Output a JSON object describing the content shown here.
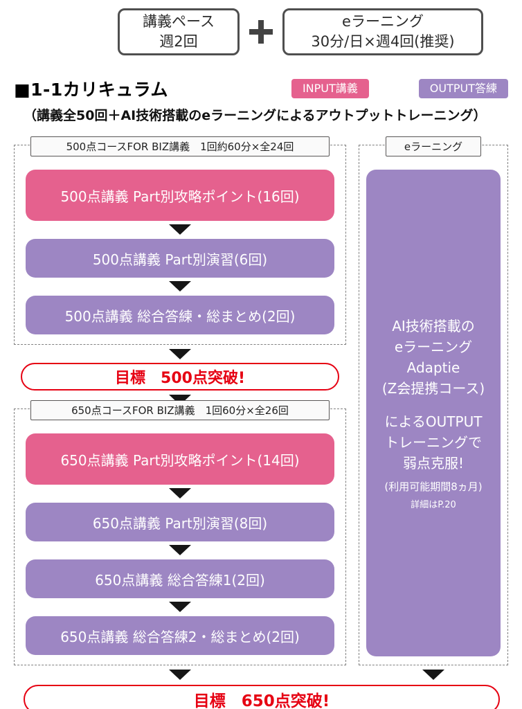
{
  "colors": {
    "pink": "#e5618e",
    "purple": "#9d86c3",
    "red": "#e60012",
    "box_border_gray": "#4f4f4f",
    "arrow_black": "#161616"
  },
  "top": {
    "pace_box": "講義ペース\n週2回",
    "elearning_box": "eラーニング\n30分/日×週4回(推奨)"
  },
  "header": {
    "title": "■1-1カリキュラム",
    "input_badge": "INPUT講義",
    "output_badge": "OUTPUT答練",
    "subtitle": "（講義全50回＋AI技術搭載のeラーニングによるアウトプットトレーニング）"
  },
  "course_500": {
    "label": "500点コースFOR BIZ講義　1回約60分×全24回",
    "steps": [
      "500点講義 Part別攻略ポイント(16回)",
      "500点講義 Part別演習(6回)",
      "500点講義 総合答練・総まとめ(2回)"
    ],
    "goal": "目標　500点突破!"
  },
  "course_650": {
    "label": "650点コースFOR BIZ講義　1回60分×全26回",
    "steps": [
      "650点講義 Part別攻略ポイント(14回)",
      "650点講義 Part別演習(8回)",
      "650点講義 総合答練1(2回)",
      "650点講義 総合答練2・総まとめ(2回)"
    ]
  },
  "elearning": {
    "label": "eラーニング",
    "block1": "AI技術搭載の\neラーニング\nAdaptie\n(Z会提携コース)",
    "block2": "によるOUTPUT\nトレーニングで\n弱点克服!",
    "note1": "(利用可能期間8ヵ月)",
    "note2": "詳細はP.20"
  },
  "final_goal": "目標　650点突破!"
}
